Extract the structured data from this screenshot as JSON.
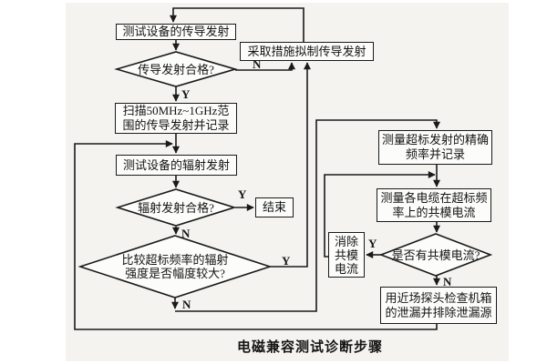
{
  "figure": {
    "caption": "电磁兼容测试诊断步骤"
  },
  "branch": {
    "yes": "Y",
    "no": "N"
  },
  "colors": {
    "line": "#1a1a1a",
    "box_fill": "#fcfcfa",
    "scan_bg": "#f4f3f0"
  },
  "nodes": {
    "conducted_test": {
      "lines": [
        "测试设备的传导发射"
      ]
    },
    "suppress_conducted": {
      "lines": [
        "采取措施拟制传导发射"
      ]
    },
    "conducted_ok": {
      "lines": [
        "传导发射合格?"
      ]
    },
    "scan_record": {
      "lines": [
        "扫描50MHz~1GHz范",
        "围的传导发射并记录"
      ]
    },
    "radiated_test": {
      "lines": [
        "测试设备的辐射发射"
      ]
    },
    "radiated_ok": {
      "lines": [
        "辐射发射合格?"
      ]
    },
    "end": {
      "lines": [
        "结束"
      ]
    },
    "compare_amplitude": {
      "lines": [
        "比较超标频率的辐射",
        "强度是否幅度较大?"
      ]
    },
    "measure_freq": {
      "lines": [
        "测量超标发射的精确",
        "频率并记录"
      ]
    },
    "measure_current": {
      "lines": [
        "测量各电缆在超标频",
        "率上的共模电流"
      ]
    },
    "eliminate_current": {
      "lines": [
        "消除",
        "共模",
        "电流"
      ]
    },
    "has_common_current": {
      "lines": [
        "是否有共模电流?"
      ]
    },
    "near_field_probe": {
      "lines": [
        "用近场探头检查机箱",
        "的泄漏并排除泄漏源"
      ]
    }
  }
}
